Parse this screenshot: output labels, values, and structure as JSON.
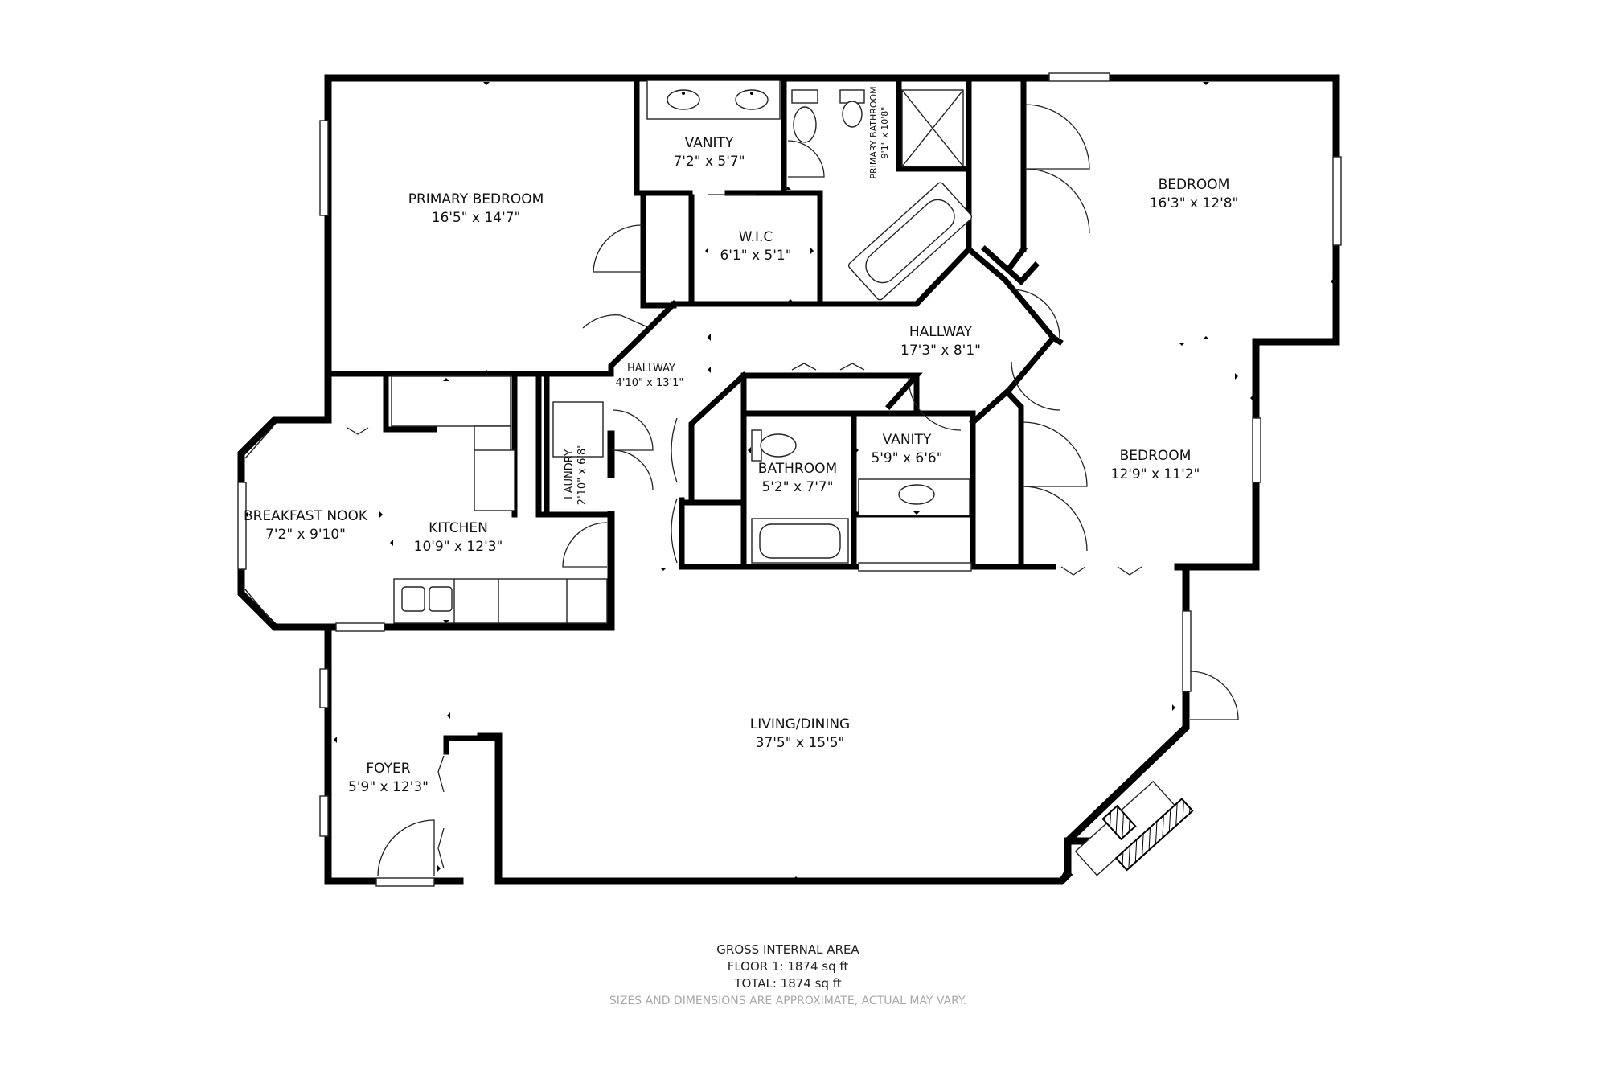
{
  "rooms": {
    "primary_bedroom": {
      "name": "PRIMARY BEDROOM",
      "dims": "16'5\" x 14'7\""
    },
    "vanity_primary": {
      "name": "VANITY",
      "dims": "7'2\" x 5'7\""
    },
    "primary_bathroom": {
      "name": "PRIMARY BATHROOM",
      "dims": "9'1\" x 10'8\""
    },
    "wic": {
      "name": "W.I.C",
      "dims": "6'1\" x 5'1\""
    },
    "bedroom_top": {
      "name": "BEDROOM",
      "dims": "16'3\" x 12'8\""
    },
    "hallway_main": {
      "name": "HALLWAY",
      "dims": "17'3\" x 8'1\""
    },
    "hallway_small": {
      "name": "HALLWAY",
      "dims": "4'10\" x 13'1\""
    },
    "bedroom_right": {
      "name": "BEDROOM",
      "dims": "12'9\" x 11'2\""
    },
    "vanity_hall": {
      "name": "VANITY",
      "dims": "5'9\" x 6'6\""
    },
    "bathroom": {
      "name": "BATHROOM",
      "dims": "5'2\" x 7'7\""
    },
    "laundry": {
      "name": "LAUNDRY",
      "dims": "2'10\" x 6'8\""
    },
    "kitchen": {
      "name": "KITCHEN",
      "dims": "10'9\" x 12'3\""
    },
    "breakfast_nook": {
      "name": "BREAKFAST NOOK",
      "dims": "7'2\" x 9'10\""
    },
    "living_dining": {
      "name": "LIVING/DINING",
      "dims": "37'5\" x 15'5\""
    },
    "foyer": {
      "name": "FOYER",
      "dims": "5'9\" x 12'3\""
    }
  },
  "summary": {
    "title": "GROSS INTERNAL AREA",
    "floor1": "FLOOR 1: 1874 sq ft",
    "total": "TOTAL: 1874 sq ft",
    "disclaimer": "SIZES AND DIMENSIONS ARE APPROXIMATE, ACTUAL MAY VARY."
  },
  "colors": {
    "wall": "#000000",
    "disclaimer": "#a8a8a8"
  }
}
